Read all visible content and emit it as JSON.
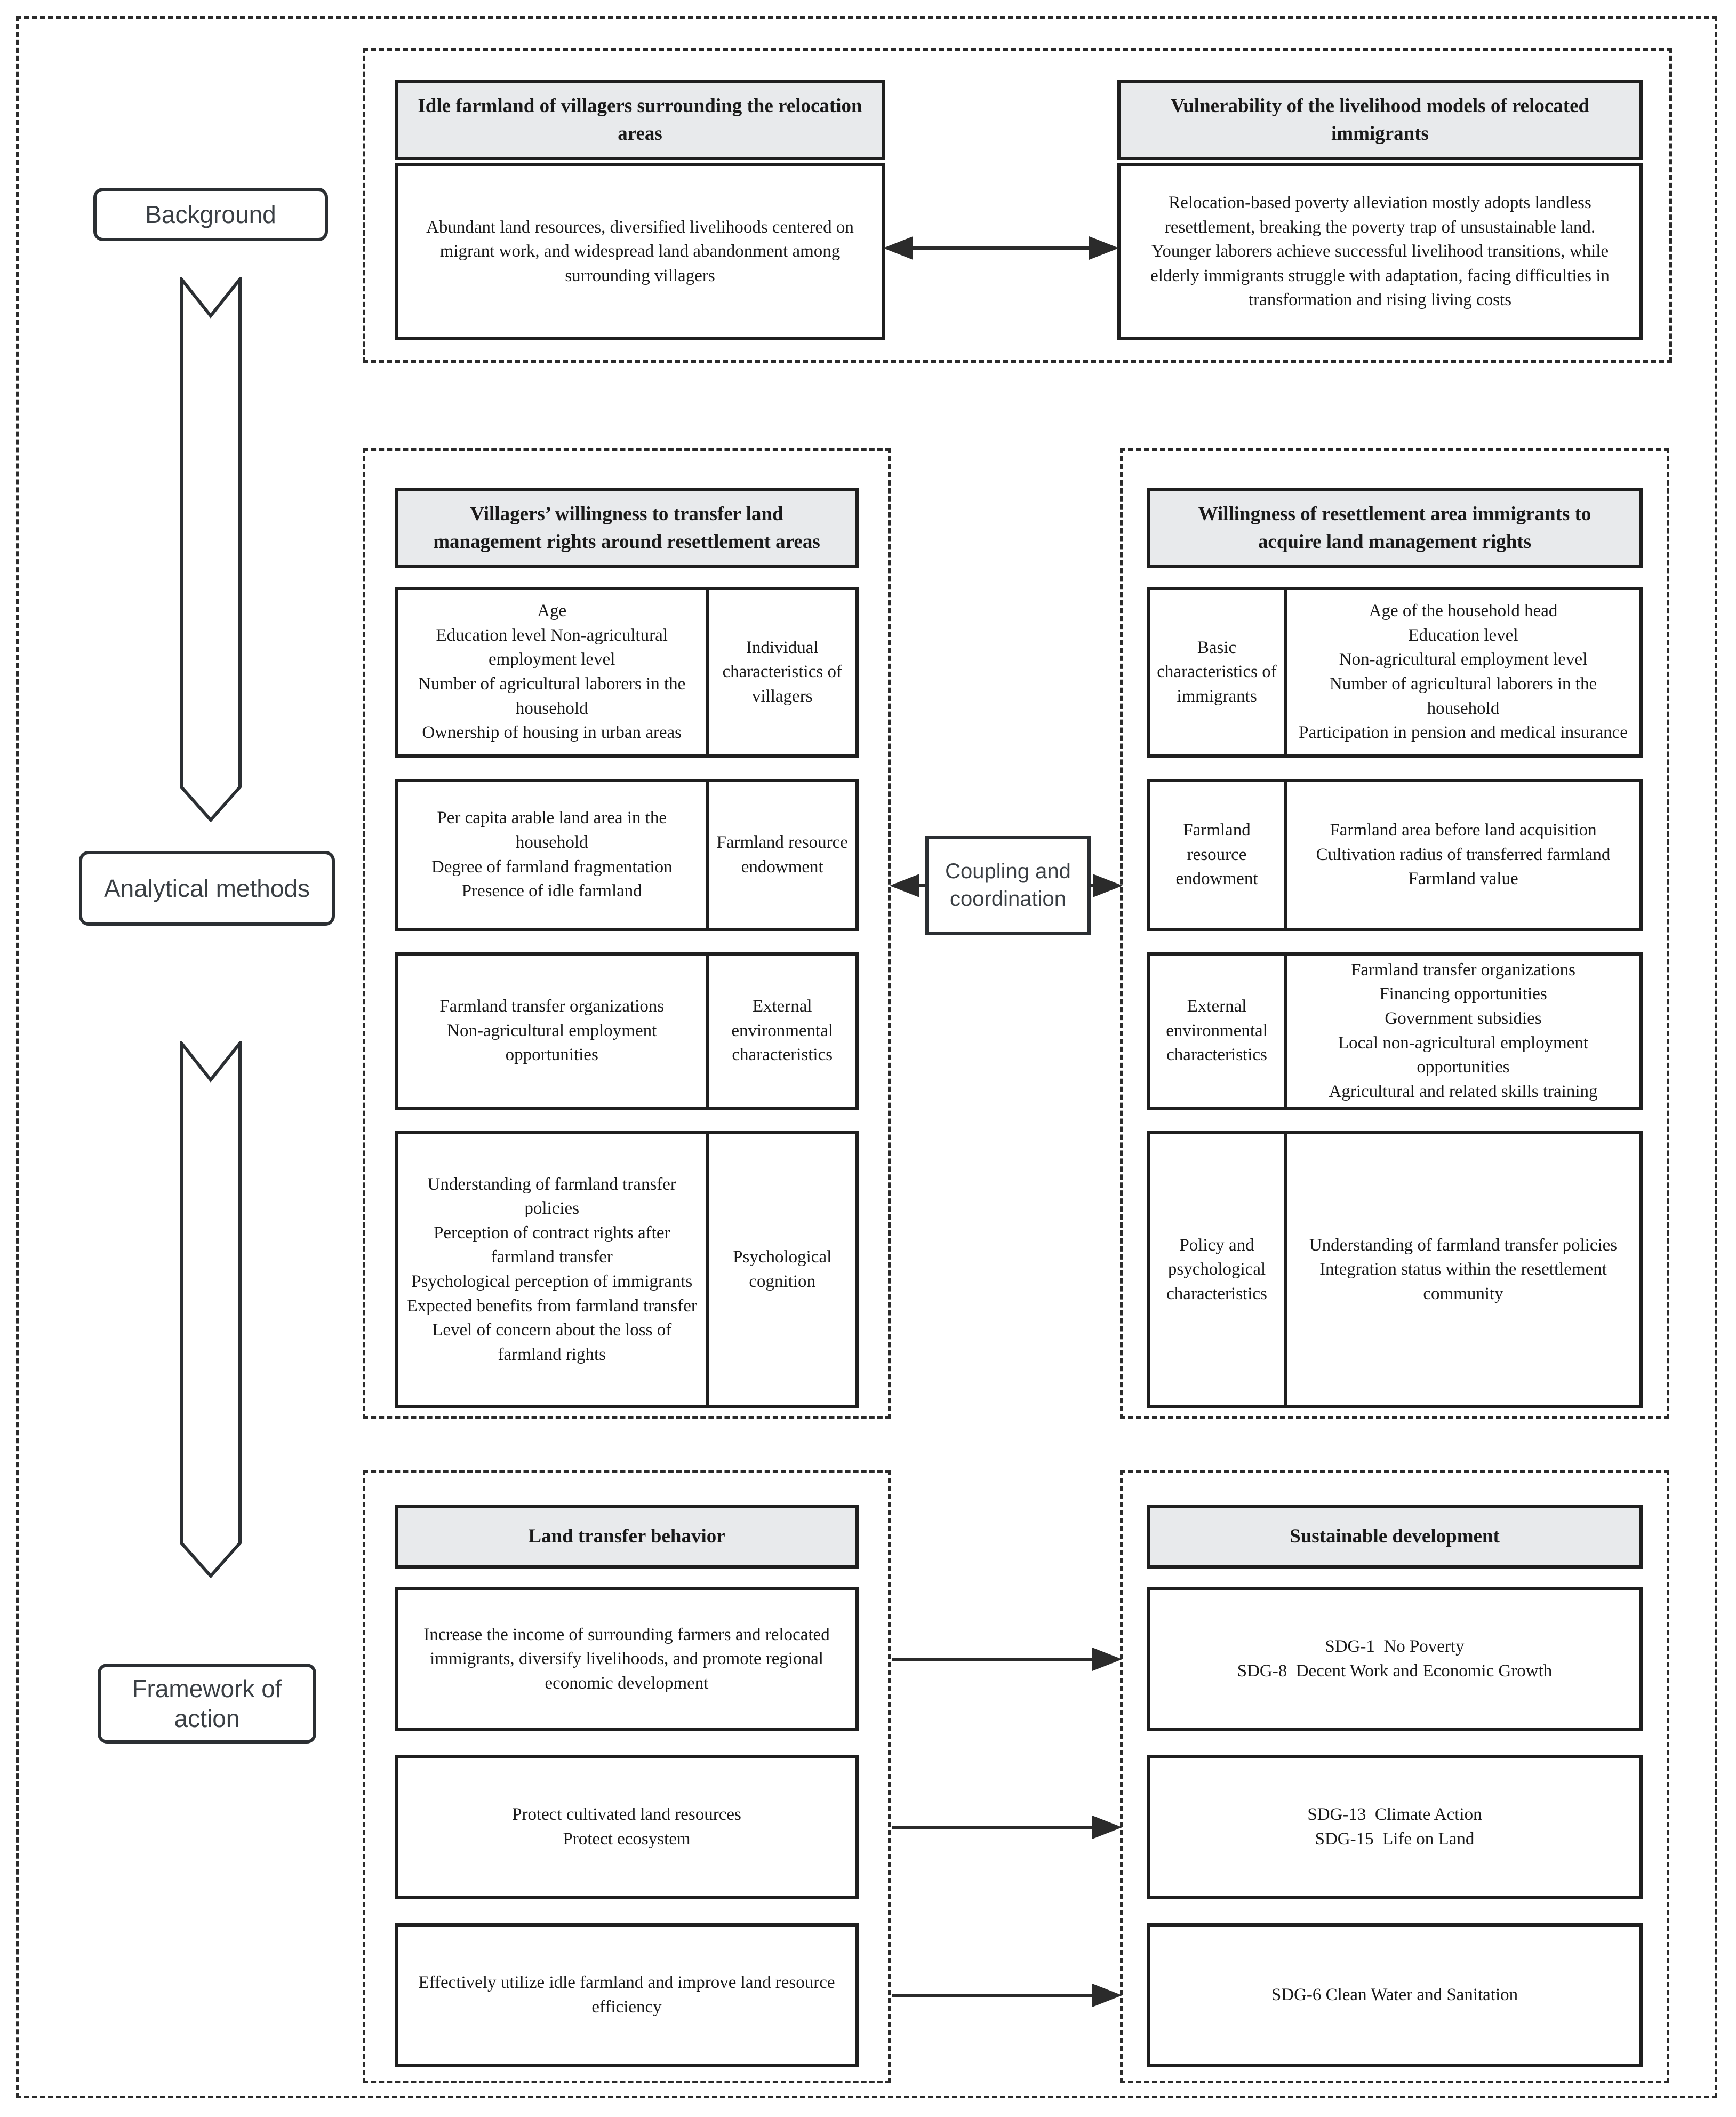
{
  "colors": {
    "header_fill": "#e8eaec",
    "line_color": "#2b2b2b"
  },
  "rail": {
    "background": "Background",
    "analytical": "Analytical methods",
    "framework": "Framework of action"
  },
  "background": {
    "left": {
      "title": "Idle farmland of villagers surrounding the relocation areas",
      "body": "Abundant land resources, diversified livelihoods centered on migrant work, and widespread land abandonment among surrounding villagers"
    },
    "right": {
      "title": "Vulnerability of the livelihood models of relocated immigrants",
      "body": "Relocation-based poverty alleviation mostly adopts landless resettlement, breaking the poverty trap of unsustainable land. Younger laborers achieve successful livelihood transitions, while elderly immigrants struggle with adaptation, facing difficulties in transformation and rising living costs"
    }
  },
  "methods": {
    "coupling": "Coupling and coordination",
    "villagers": {
      "title": "Villagers’ willingness to transfer land management rights around resettlement areas",
      "rows": [
        {
          "details": [
            "Age",
            "Education level Non-agricultural employment level",
            "Number of agricultural laborers in the household",
            "Ownership of housing in urban areas"
          ],
          "category": "Individual characteristics of villagers"
        },
        {
          "details": [
            "Per capita arable land area in the household",
            "Degree of farmland fragmentation",
            "Presence of idle farmland"
          ],
          "category": "Farmland resource endowment"
        },
        {
          "details": [
            "Farmland transfer organizations",
            "Non-agricultural employment opportunities"
          ],
          "category": "External environmental characteristics"
        },
        {
          "details": [
            "Understanding of farmland transfer policies",
            "Perception of contract rights after farmland transfer",
            "Psychological perception of immigrants",
            "Expected benefits from farmland transfer",
            "Level of concern about the loss of farmland rights"
          ],
          "category": "Psychological cognition"
        }
      ]
    },
    "immigrants": {
      "title": "Willingness of resettlement area immigrants to acquire land management rights",
      "rows": [
        {
          "category": "Basic characteristics of immigrants",
          "details": [
            "Age of the household head",
            "Education level",
            "Non-agricultural employment level",
            "Number of agricultural laborers in the household",
            "Participation in pension and medical insurance"
          ]
        },
        {
          "category": "Farmland resource endowment",
          "details": [
            "Farmland area before land acquisition",
            "Cultivation radius of transferred farmland",
            "Farmland value"
          ]
        },
        {
          "category": "External environmental characteristics",
          "details": [
            "Farmland transfer organizations",
            "Financing opportunities",
            "Government subsidies",
            "Local non-agricultural employment opportunities",
            "Agricultural and related skills training"
          ]
        },
        {
          "category": "Policy and psychological characteristics",
          "details": [
            "Understanding of farmland transfer policies",
            "Integration status within the resettlement community"
          ]
        }
      ]
    }
  },
  "action": {
    "behavior": {
      "title": "Land transfer behavior",
      "rows": [
        "Increase the income of surrounding farmers and relocated immigrants, diversify livelihoods, and promote regional economic development",
        [
          "Protect cultivated land resources",
          "Protect ecosystem"
        ],
        "Effectively utilize idle farmland and improve land resource efficiency"
      ]
    },
    "sdg": {
      "title": "Sustainable development",
      "rows": [
        [
          "SDG-1  No Poverty",
          "SDG-8  Decent Work and Economic Growth"
        ],
        [
          "SDG-13  Climate Action",
          "SDG-15  Life on Land"
        ],
        "SDG-6 Clean Water and Sanitation"
      ]
    }
  }
}
